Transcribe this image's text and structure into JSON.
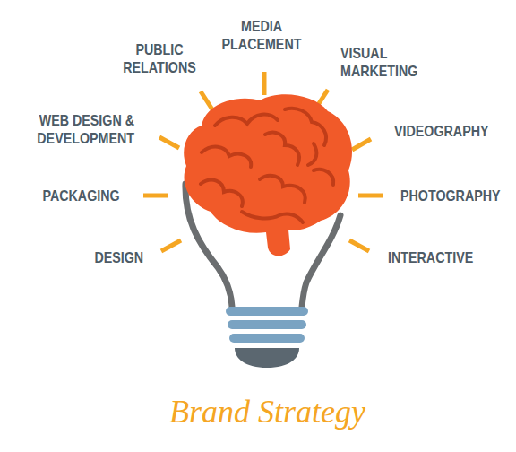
{
  "diagram": {
    "title": "Brand Strategy",
    "labels": [
      "MEDIA PLACEMENT",
      "PUBLIC RELATIONS",
      "VISUAL MARKETING",
      "WEB DESIGN & DEVELOPMENT",
      "VIDEOGRAPHY",
      "PACKAGING",
      "PHOTOGRAPHY",
      "DESIGN",
      "INTERACTIVE"
    ]
  }
}
